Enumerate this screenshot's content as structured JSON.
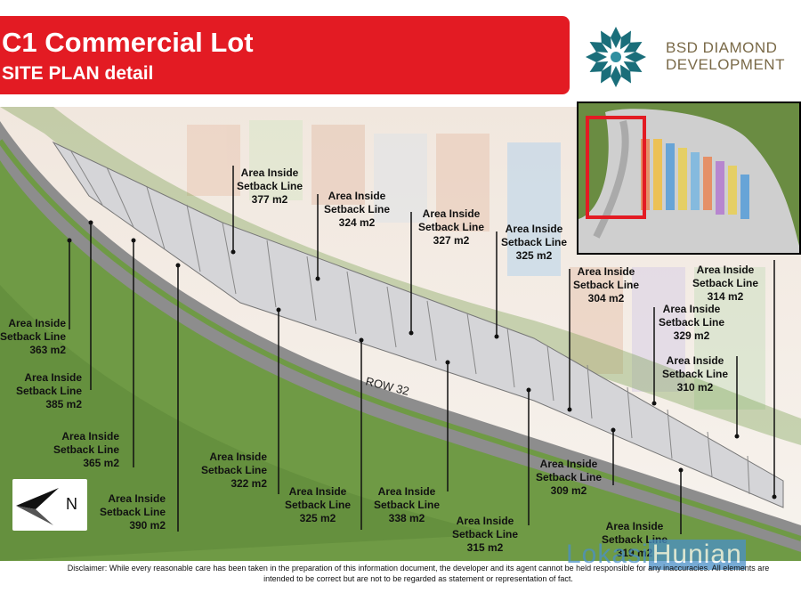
{
  "header": {
    "title": "C1 Commercial Lot",
    "subtitle": "SITE PLAN detail"
  },
  "logo": {
    "line1": "BSD DIAMOND",
    "line2": "DEVELOPMENT",
    "color": "#7a6a48",
    "icon_color": "#1a6e7a"
  },
  "road_label": "ROW 32",
  "area_labels": [
    {
      "line1": "Area Inside",
      "line2": "Setback Line",
      "value": "377 m2"
    },
    {
      "line1": "Area Inside",
      "line2": "Setback Line",
      "value": "324 m2"
    },
    {
      "line1": "Area Inside",
      "line2": "Setback Line",
      "value": "327 m2"
    },
    {
      "line1": "Area Inside",
      "line2": "Setback Line",
      "value": "325 m2"
    },
    {
      "line1": "Area Inside",
      "line2": "Setback Line",
      "value": "304 m2"
    },
    {
      "line1": "Area Inside",
      "line2": "Setback Line",
      "value": "314 m2"
    },
    {
      "line1": "Area Inside",
      "line2": "Setback Line",
      "value": "329 m2"
    },
    {
      "line1": "Area Inside",
      "line2": "Setback Line",
      "value": "310 m2"
    },
    {
      "line1": "Area Inside",
      "line2": "Setback Line",
      "value": "363 m2"
    },
    {
      "line1": "Area Inside",
      "line2": "Setback Line",
      "value": "385 m2"
    },
    {
      "line1": "Area Inside",
      "line2": "Setback Line",
      "value": "365 m2"
    },
    {
      "line1": "Area Inside",
      "line2": "Setback Line",
      "value": "390 m2"
    },
    {
      "line1": "Area Inside",
      "line2": "Setback Line",
      "value": "322 m2"
    },
    {
      "line1": "Area Inside",
      "line2": "Setback Line",
      "value": "325 m2"
    },
    {
      "line1": "Area Inside",
      "line2": "Setback Line",
      "value": "338 m2"
    },
    {
      "line1": "Area Inside",
      "line2": "Setback Line",
      "value": "315 m2"
    },
    {
      "line1": "Area Inside",
      "line2": "Setback Line",
      "value": "309 m2"
    },
    {
      "line1": "Area Inside",
      "line2": "Setback Line",
      "value": "319 m2"
    }
  ],
  "compass_label": "N",
  "disclaimer": "Disclaimer: While every reasonable care has been taken in the preparation of this information document, the developer and its agent cannot be held responsible for any inaccuracies. All elements are intended to be correct but are not to be regarded as statement or representation of fact.",
  "watermark": {
    "part1": "Lokasi",
    "part2": "Hunian"
  },
  "colors": {
    "header_red": "#e31b23",
    "grass": "#6f9a45",
    "lot_gray": "#d5d5d8",
    "road": "#8d8d8d"
  }
}
